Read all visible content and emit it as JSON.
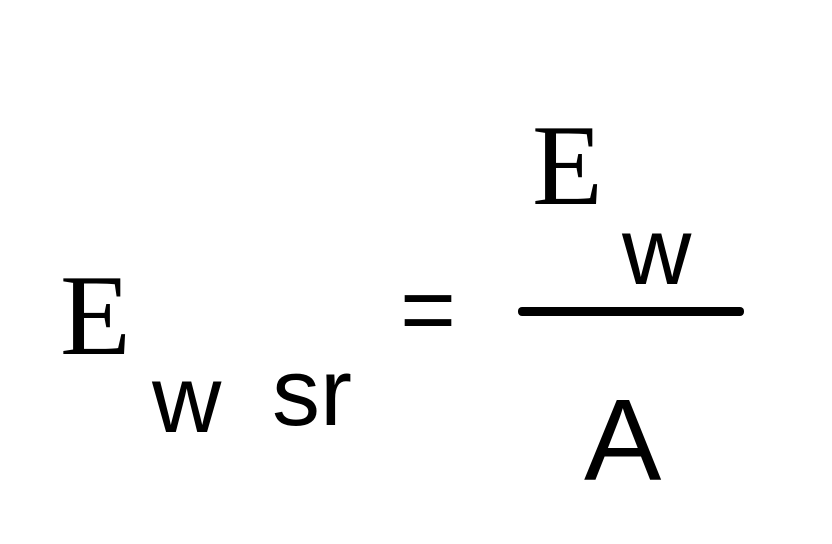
{
  "equation": {
    "lhs": {
      "symbol": "E",
      "subscript_w": "w",
      "subscript_sr": "sr"
    },
    "operator": "=",
    "rhs": {
      "numerator_symbol": "E",
      "numerator_subscript": "w",
      "denominator": "A"
    }
  }
}
